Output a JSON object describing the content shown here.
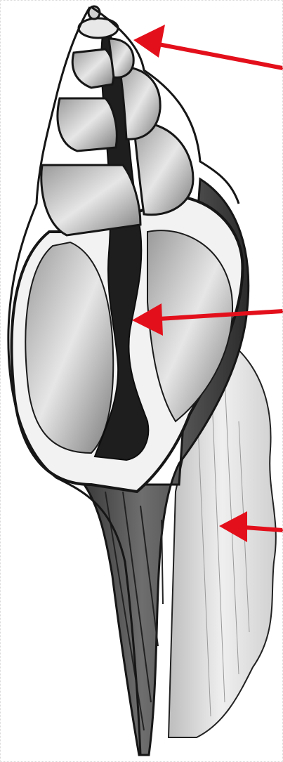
{
  "diagram": {
    "subject": "shell-cross-section-illustration",
    "colors": {
      "ink": "#161616",
      "dark_fill": "#2a2a2a",
      "mid_fill": "#8c8c8c",
      "light_fill": "#d9d9d9",
      "paper": "#f4f4f4",
      "arrow": "#e3101b"
    },
    "pointers": [
      {
        "id": "apex",
        "icon": "red-arrow-icon"
      },
      {
        "id": "columella",
        "icon": "red-arrow-icon"
      },
      {
        "id": "outer-lip",
        "icon": "red-arrow-icon"
      }
    ]
  }
}
